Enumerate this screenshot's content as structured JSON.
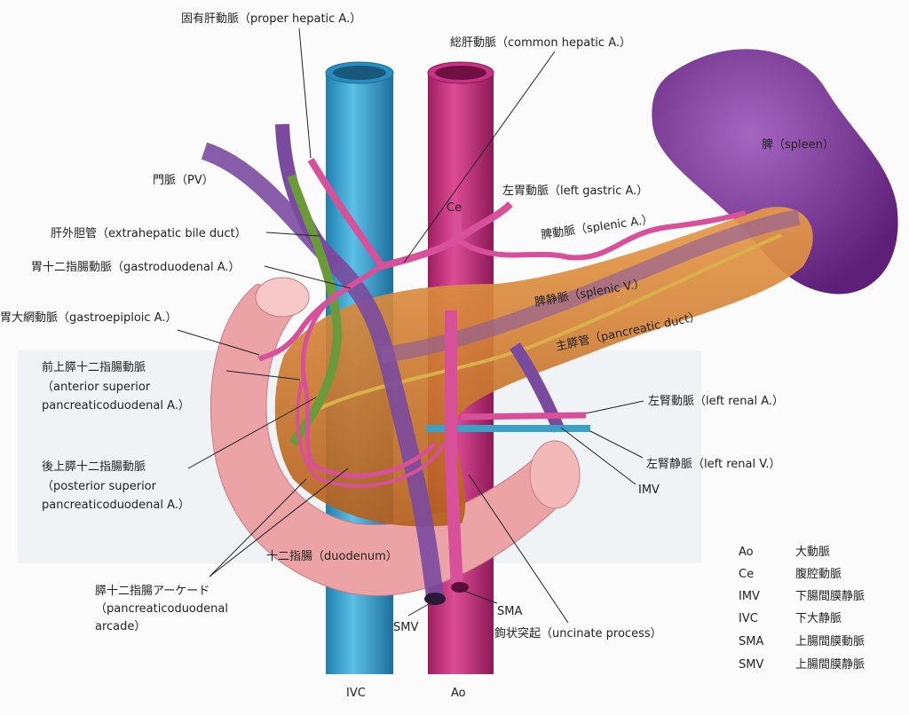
{
  "labels": {
    "proper_hepatic": "固有肝動脈（proper hepatic A.）",
    "common_hepatic": "総肝動脈（common hepatic A.）",
    "spleen": "脾（spleen）",
    "left_gastric": "左胃動脈（left gastric A.）",
    "ce": "Ce",
    "splenic_a": "脾動脈（splenic A.）",
    "pv": "門脈（PV）",
    "bile_duct": "肝外胆管（extrahepatic bile duct）",
    "gastroduodenal": "胃十二指腸動脈（gastroduodenal A.）",
    "splenic_v": "脾静脈（splenic V.）",
    "pancreatic_duct": "主膵管（pancreatic duct）",
    "gastroepiploic": "胃大網動脈（gastroepiploic A.）",
    "asp": [
      "前上膵十二指腸動脈",
      "（anterior superior",
      "pancreaticoduodenal A.）"
    ],
    "psp": [
      "後上膵十二指腸動脈",
      "（posterior superior",
      "pancreaticoduodenal A.）"
    ],
    "left_renal_a": "左腎動脈（left renal A.）",
    "left_renal_v": "左腎静脈（left renal V.）",
    "imv": "IMV",
    "duodenum": "十二指腸（duodenum）",
    "arcade": [
      "膵十二指腸アーケード",
      "（pancreaticoduodenal",
      "arcade）"
    ],
    "smv": "SMV",
    "sma": "SMA",
    "uncinate": "鉤状突起（uncinate process）",
    "ivc": "IVC",
    "ao": "Ao"
  },
  "legend": [
    {
      "abbr": "Ao",
      "term": "大動脈"
    },
    {
      "abbr": "Ce",
      "term": "腹腔動脈"
    },
    {
      "abbr": "IMV",
      "term": "下腸間膜静脈"
    },
    {
      "abbr": "IVC",
      "term": "下大静脈"
    },
    {
      "abbr": "SMA",
      "term": "上腸間膜動脈"
    },
    {
      "abbr": "SMV",
      "term": "上腸間膜静脈"
    }
  ],
  "colors": {
    "ivc": "#3aa0c8",
    "aorta": "#c0307a",
    "artery": "#d8509a",
    "vein": "#7a4a9e",
    "bile": "#6a9a3a",
    "pancreas": "#d8822e",
    "duodenum": "#eba3a6",
    "spleen": "#7a2f8e"
  }
}
